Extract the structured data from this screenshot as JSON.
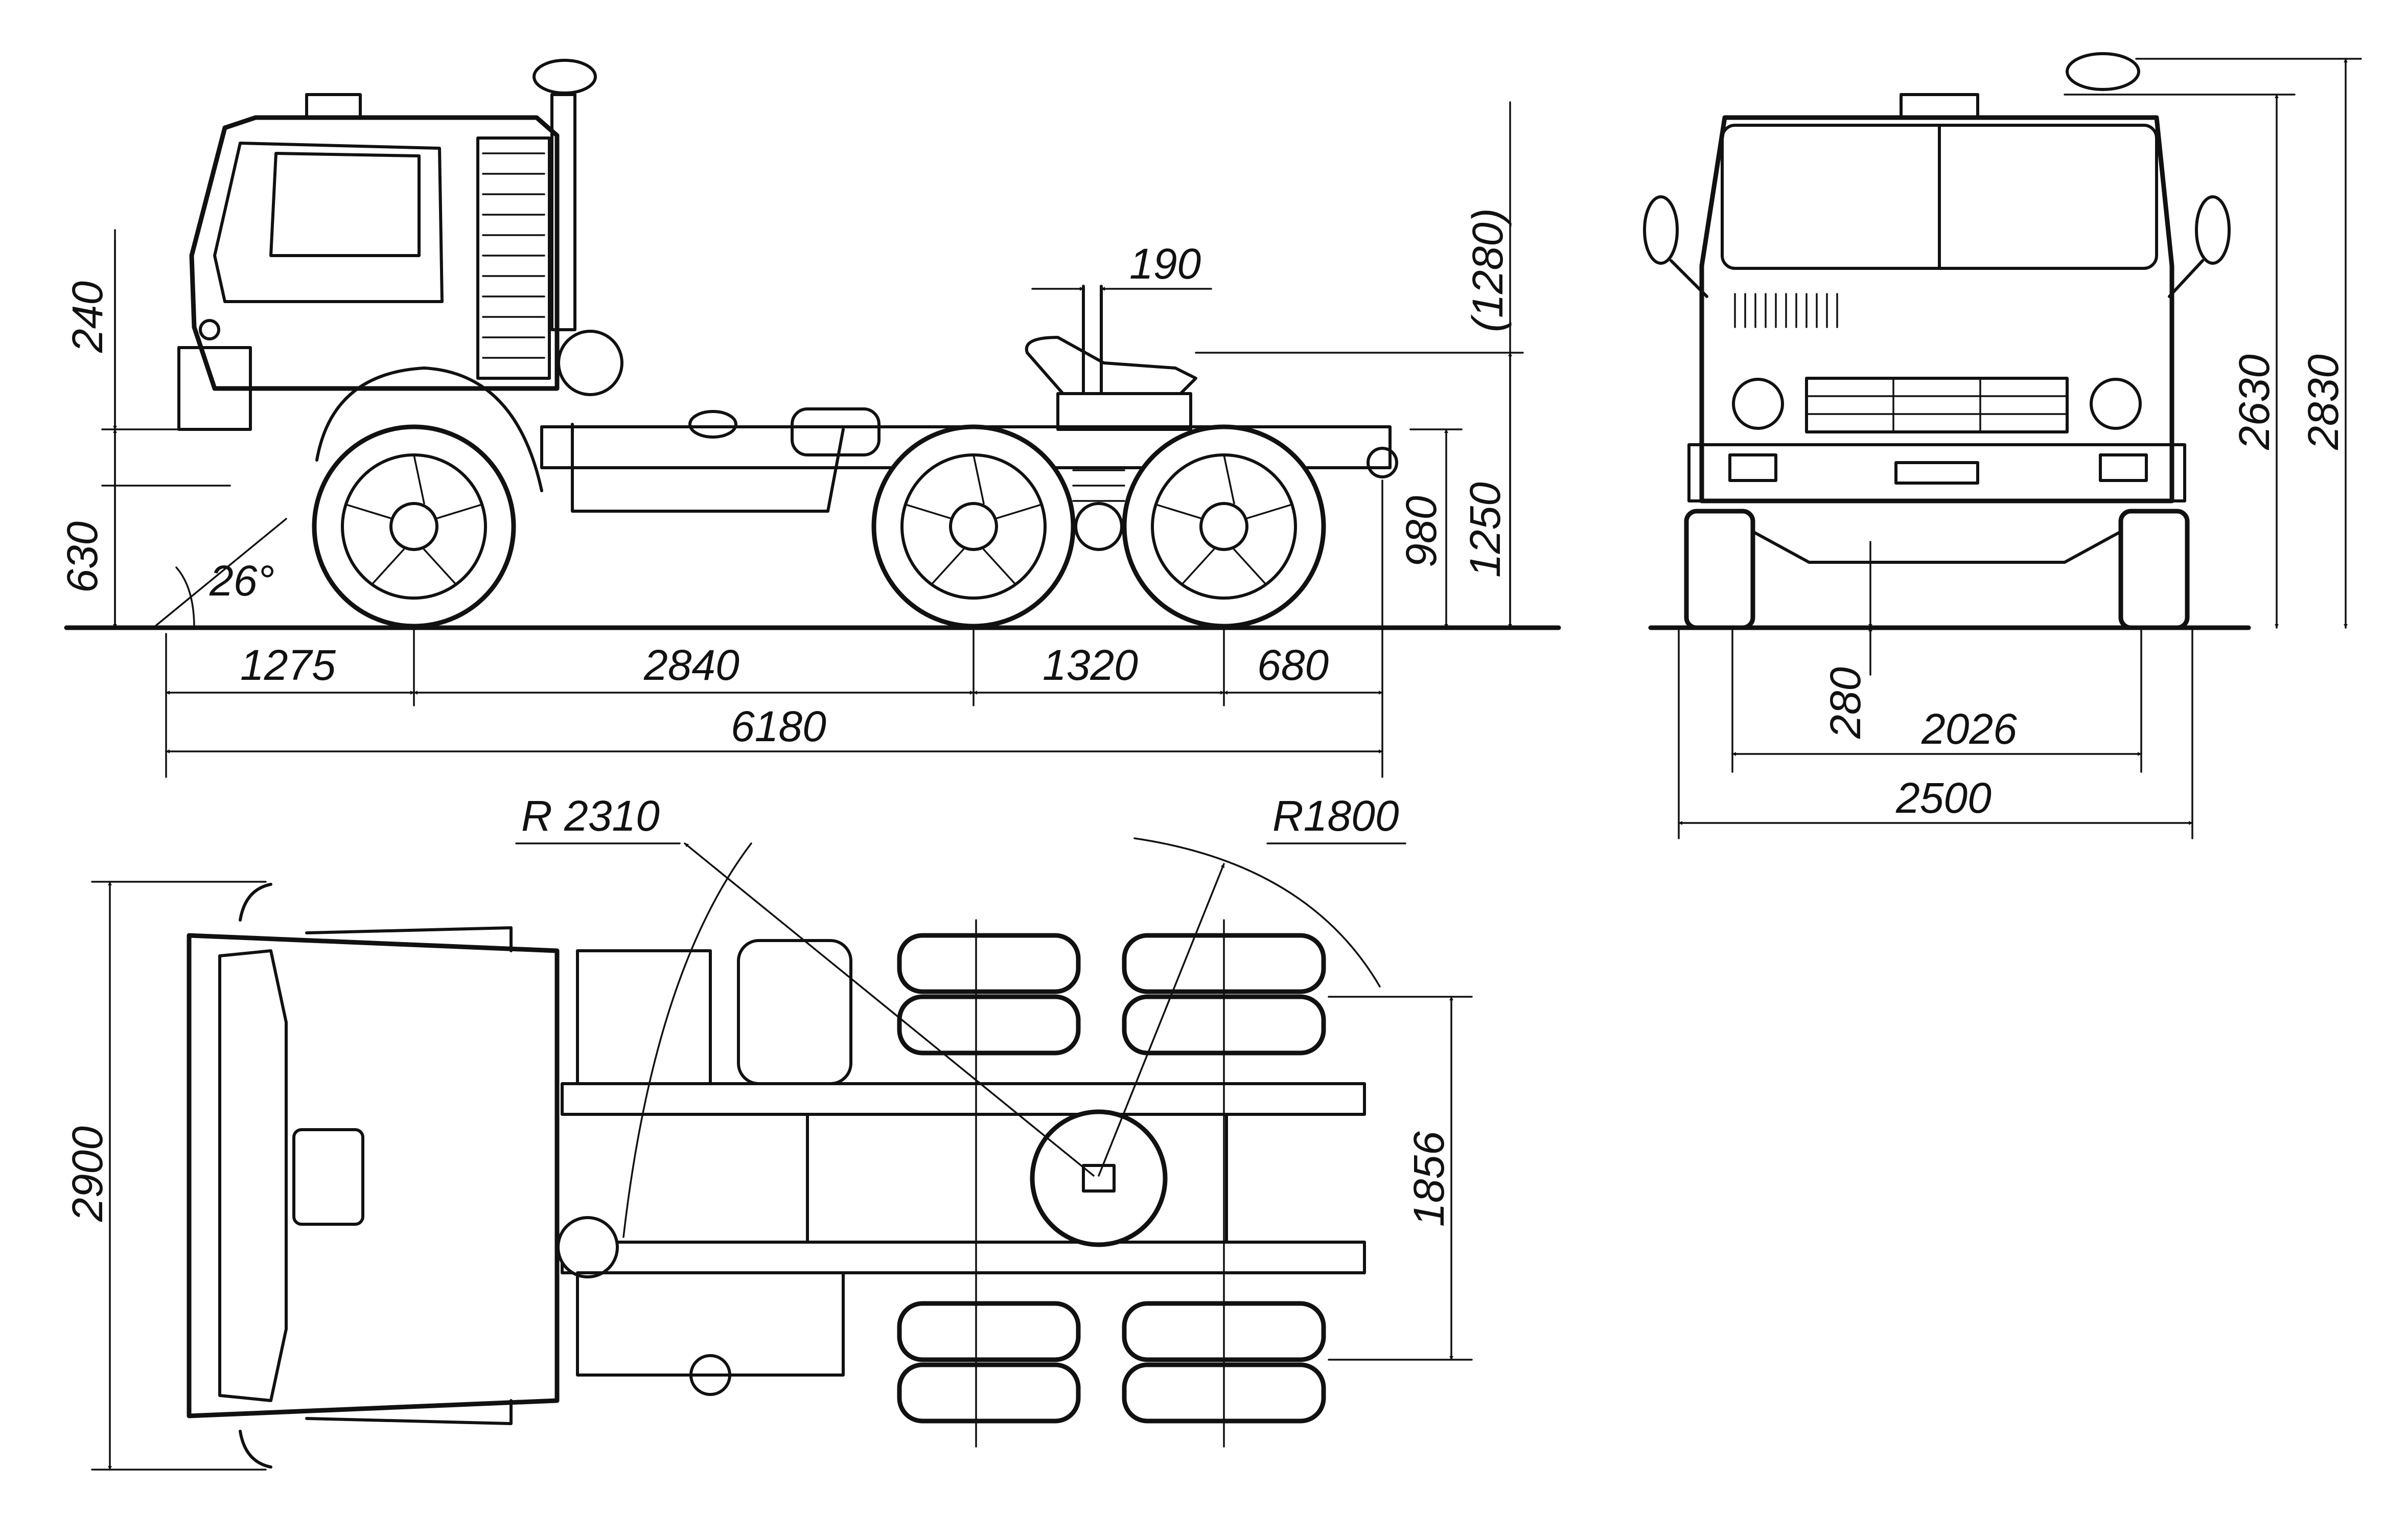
{
  "colors": {
    "ink": "#111111",
    "paper": "#ffffff"
  },
  "side_view": {
    "dims": {
      "cab_low": "240",
      "ground_to_frame": "630",
      "approach_angle": "26°",
      "fifth_wheel_offset": "190",
      "fifth_wheel_top": "(1280)",
      "coupling_height": "1250",
      "rear_frame": "980",
      "front_overhang": "1275",
      "wheelbase_1": "2840",
      "wheelbase_2": "1320",
      "rear_overhang": "680",
      "overall_length": "6180"
    }
  },
  "front_view": {
    "dims": {
      "height_body": "2630",
      "height_total": "2830",
      "ground_clearance": "280",
      "track": "2026",
      "overall_width": "2500"
    }
  },
  "top_view": {
    "dims": {
      "radius_front": "R 2310",
      "radius_rear": "R1800",
      "width_total": "2900",
      "frame_width": "1856"
    }
  }
}
